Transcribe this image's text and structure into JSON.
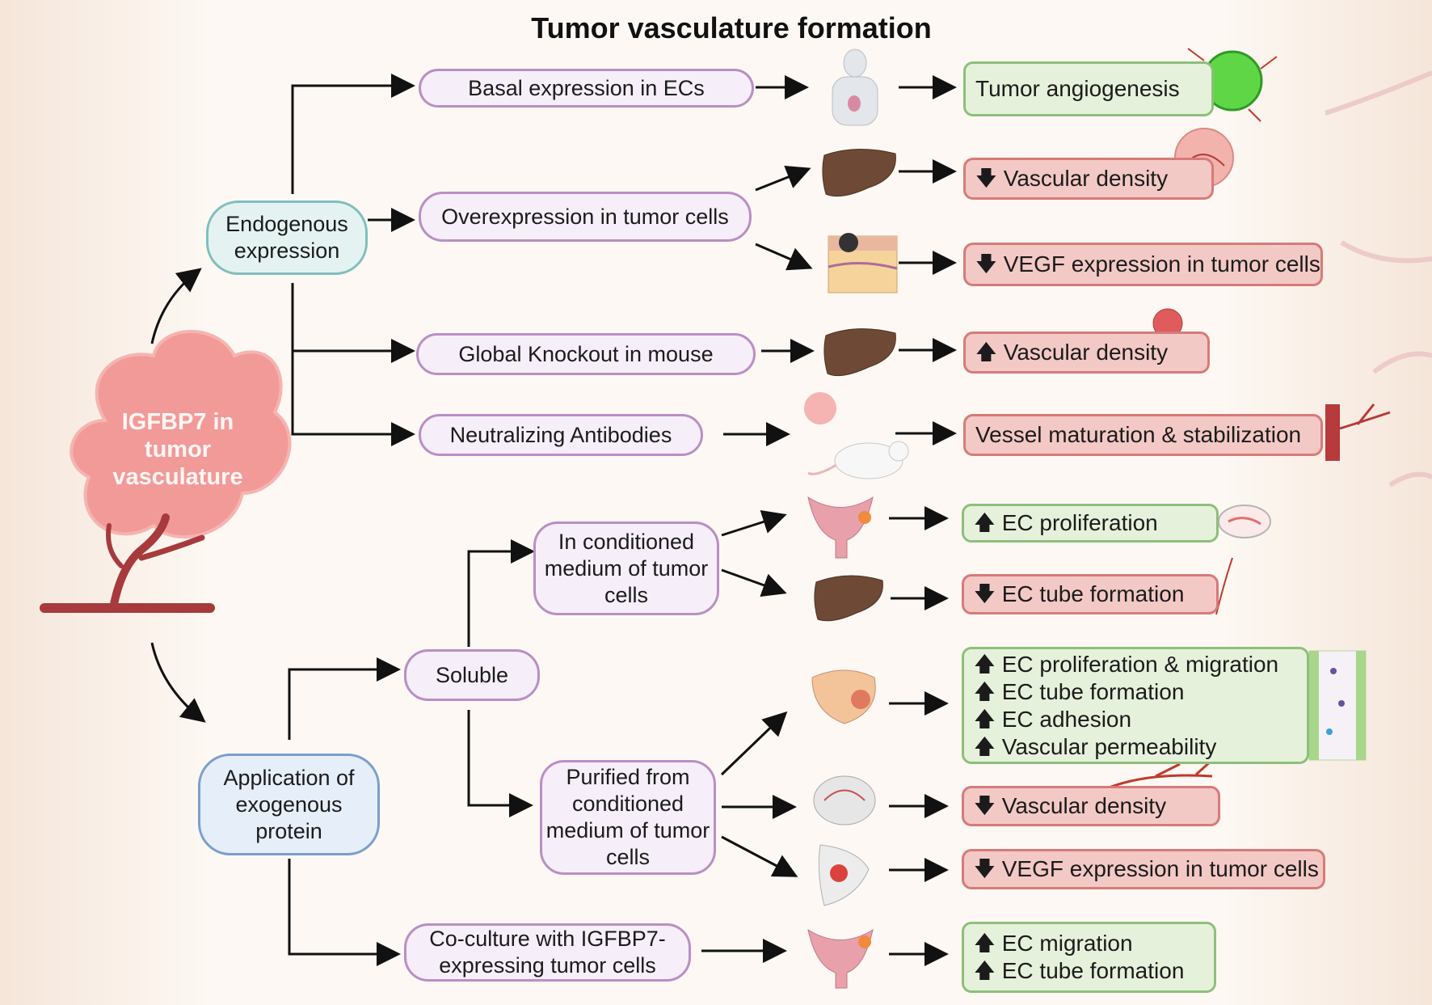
{
  "title": "Tumor vasculature formation",
  "central": "IGFBP7 in tumor vasculature",
  "categories": {
    "endogenous": "Endogenous expression",
    "exogenous": "Application of exogenous protein"
  },
  "methods": {
    "basal": "Basal expression in ECs",
    "overexpression": "Overexpression in tumor cells",
    "knockout": "Global Knockout in mouse",
    "antibodies": "Neutralizing Antibodies",
    "soluble": "Soluble",
    "conditioned": "In conditioned medium of tumor cells",
    "purified": "Purified from conditioned medium of tumor cells",
    "coculture": "Co-culture with IGFBP7-expressing tumor cells"
  },
  "results": {
    "r1": "Tumor angiogenesis",
    "r2": "Vascular density",
    "r3": "VEGF expression in tumor cells",
    "r4": "Vascular density",
    "r5": "Vessel maturation & stabilization",
    "r6": "EC proliferation",
    "r7": "EC tube formation",
    "r8a": "EC proliferation & migration",
    "r8b": "EC tube formation",
    "r8c": "EC adhesion",
    "r8d": "Vascular permeability",
    "r9": "Vascular density",
    "r10": "VEGF expression in tumor cells",
    "r11a": "EC  migration",
    "r11b": "EC tube formation"
  },
  "colors": {
    "method_border": "#b98fc4",
    "increase_box": "#e6f1db",
    "decrease_box": "#f3c9c5",
    "central_cloud": "#f08c8c"
  },
  "icons": [
    "human-body-icon",
    "liver-icon",
    "skin-tissue-icon",
    "mouse-icon",
    "uterus-icon",
    "bladder-icon",
    "brain-icon",
    "breast-icon",
    "tumor-cell-icon",
    "petri-dish-icon",
    "blood-vessel-icon"
  ]
}
